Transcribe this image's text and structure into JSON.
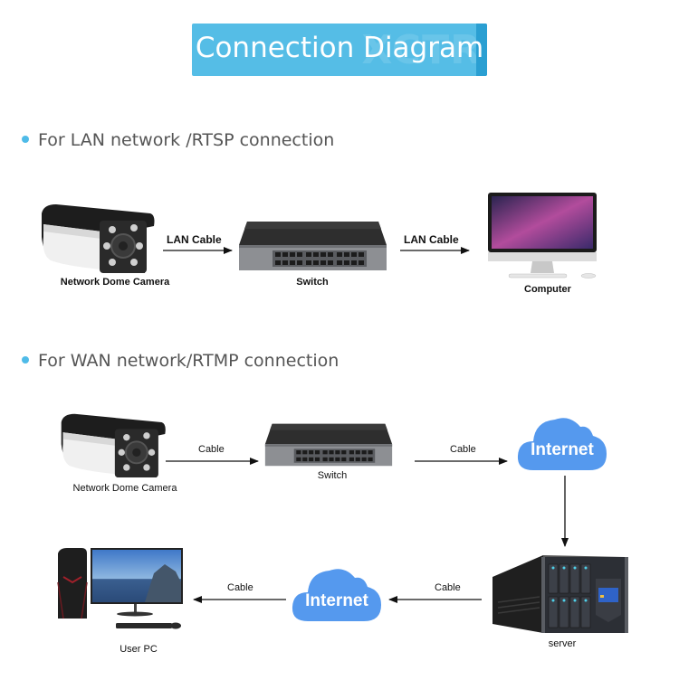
{
  "title": "Connection Diagram",
  "watermark": "XCTR",
  "colors": {
    "title_bg": "#55bde6",
    "bullet": "#4fbbe8",
    "cloud": "#5599ee",
    "section_text": "#555555"
  },
  "sections": [
    {
      "heading": "For LAN network /RTSP connection",
      "devices": [
        {
          "icon": "bullet-camera-icon",
          "label": "Network Dome Camera"
        },
        {
          "icon": "network-switch-icon",
          "label": "Switch"
        },
        {
          "icon": "desktop-computer-icon",
          "label": "Computer"
        }
      ],
      "links": [
        {
          "label": "LAN Cable",
          "from": "Network Dome Camera",
          "to": "Switch"
        },
        {
          "label": "LAN Cable",
          "from": "Switch",
          "to": "Computer"
        }
      ]
    },
    {
      "heading": "For WAN network/RTMP connection",
      "devices": [
        {
          "icon": "bullet-camera-icon",
          "label": "Network Dome Camera"
        },
        {
          "icon": "network-switch-icon",
          "label": "Switch"
        },
        {
          "icon": "cloud-icon",
          "label": "Internet"
        },
        {
          "icon": "rack-server-icon",
          "label": "server"
        },
        {
          "icon": "cloud-icon",
          "label": "Internet"
        },
        {
          "icon": "desktop-pc-icon",
          "label": "User PC"
        }
      ],
      "links": [
        {
          "label": "Cable",
          "from": "Network Dome Camera",
          "to": "Switch"
        },
        {
          "label": "Cable",
          "from": "Switch",
          "to": "Internet"
        },
        {
          "label": "",
          "from": "Internet",
          "to": "server"
        },
        {
          "label": "Cable",
          "from": "server",
          "to": "Internet"
        },
        {
          "label": "Cable",
          "from": "Internet",
          "to": "User PC"
        }
      ]
    }
  ]
}
